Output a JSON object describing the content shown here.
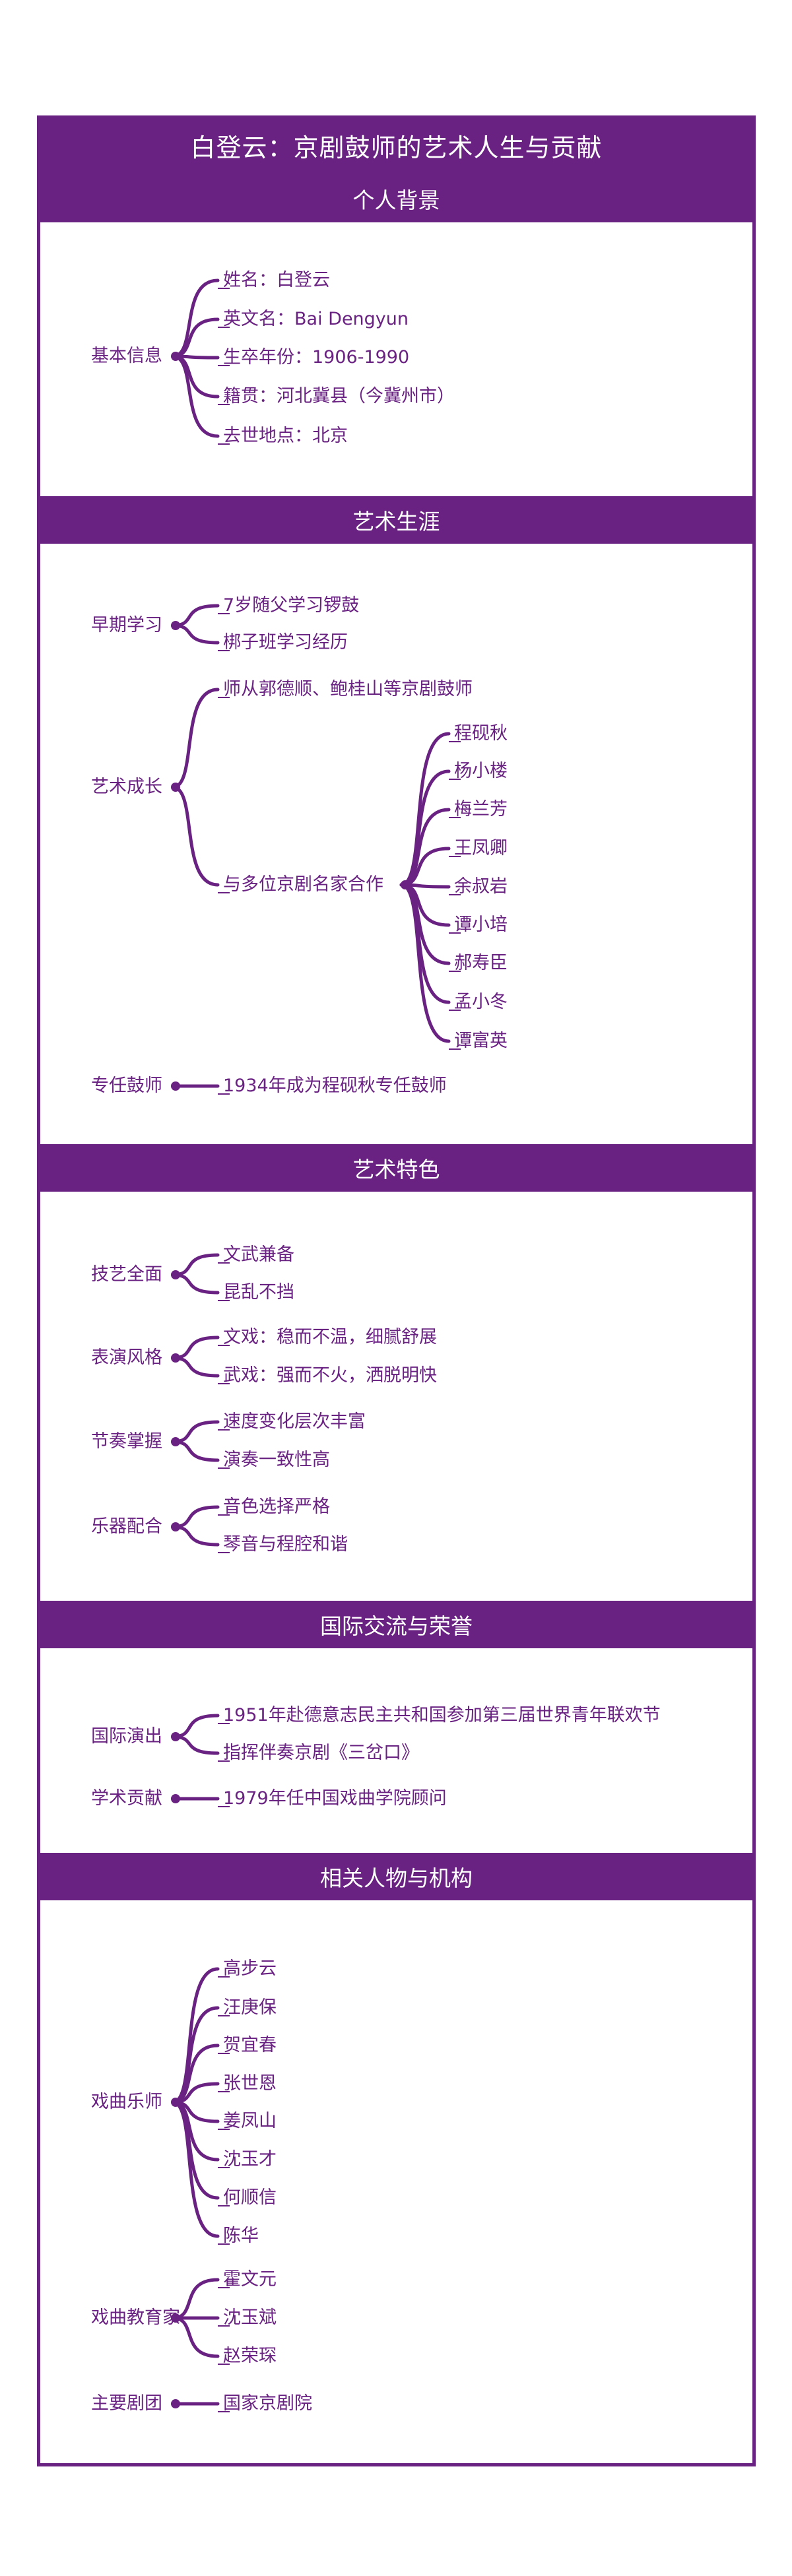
{
  "title": "白登云：京剧鼓师的艺术人生与贡献",
  "colors": {
    "accent": "#6a2282",
    "background": "#ffffff"
  },
  "sections": [
    {
      "title": "个人背景",
      "groups": [
        {
          "label": "基本信息",
          "items": [
            "姓名：白登云",
            "英文名：Bai Dengyun",
            "生卒年份：1906-1990",
            "籍贯：河北冀县（今冀州市）",
            "去世地点：北京"
          ]
        }
      ]
    },
    {
      "title": "艺术生涯",
      "groups": [
        {
          "label": "早期学习",
          "items": [
            "7岁随父学习锣鼓",
            "梆子班学习经历"
          ]
        },
        {
          "label": "艺术成长",
          "items": [
            "师从郭德顺、鲍桂山等京剧鼓师",
            "与多位京剧名家合作"
          ],
          "sub_items": [
            "程砚秋",
            "杨小楼",
            "梅兰芳",
            "王凤卿",
            "余叔岩",
            "谭小培",
            "郝寿臣",
            "孟小冬",
            "谭富英"
          ]
        },
        {
          "label": "专任鼓师",
          "items": [
            "1934年成为程砚秋专任鼓师"
          ]
        }
      ]
    },
    {
      "title": "艺术特色",
      "groups": [
        {
          "label": "技艺全面",
          "items": [
            "文武兼备",
            "昆乱不挡"
          ]
        },
        {
          "label": "表演风格",
          "items": [
            "文戏：稳而不温，细腻舒展",
            "武戏：强而不火，洒脱明快"
          ]
        },
        {
          "label": "节奏掌握",
          "items": [
            "速度变化层次丰富",
            "演奏一致性高"
          ]
        },
        {
          "label": "乐器配合",
          "items": [
            "音色选择严格",
            "琴音与程腔和谐"
          ]
        }
      ]
    },
    {
      "title": "国际交流与荣誉",
      "groups": [
        {
          "label": "国际演出",
          "items": [
            "1951年赴德意志民主共和国参加第三届世界青年联欢节",
            "指挥伴奏京剧《三岔口》"
          ]
        },
        {
          "label": "学术贡献",
          "items": [
            "1979年任中国戏曲学院顾问"
          ]
        }
      ]
    },
    {
      "title": "相关人物与机构",
      "groups": [
        {
          "label": "戏曲乐师",
          "items": [
            "高步云",
            "汪庚保",
            "贺宜春",
            "张世恩",
            "姜凤山",
            "沈玉才",
            "何顺信",
            "陈华"
          ]
        },
        {
          "label": "戏曲教育家",
          "items": [
            "霍文元",
            "沈玉斌",
            "赵荣琛"
          ]
        },
        {
          "label": "主要剧团",
          "items": [
            "国家京剧院"
          ]
        }
      ]
    }
  ]
}
